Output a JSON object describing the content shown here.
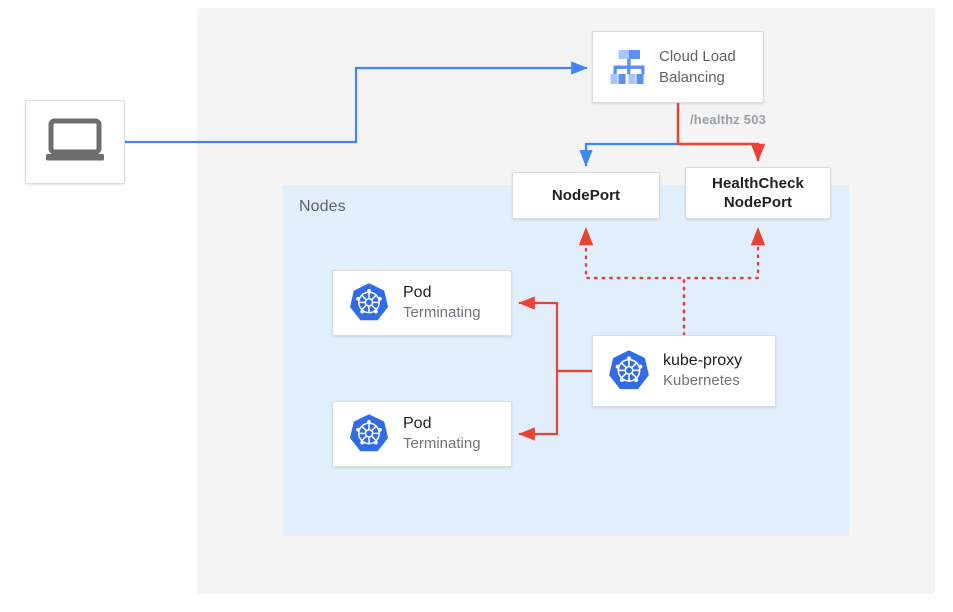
{
  "diagram": {
    "title": "Kubernetes external traffic policy health check diagram",
    "background_color": "#f4f4f4",
    "page_color": "#ffffff"
  },
  "region": {
    "label": "Nodes",
    "fill_color": "#e1effd"
  },
  "nodes": {
    "client": {
      "icon": "laptop-icon",
      "icon_color": "#6e6e6e"
    },
    "cloud_load_balancing": {
      "icon": "cloud-load-balancing-icon",
      "icon_color": "#669df6",
      "title_line1": "Cloud Load",
      "title_line2": "Balancing",
      "text_color": "#5f6368"
    },
    "nodeport": {
      "label": "NodePort",
      "text_color": "#202124"
    },
    "healthcheck_nodeport": {
      "label_line1": "HealthCheck",
      "label_line2": "NodePort",
      "text_color": "#202124"
    },
    "pod1": {
      "icon": "kubernetes-icon",
      "title": "Pod",
      "subtitle": "Terminating"
    },
    "pod2": {
      "icon": "kubernetes-icon",
      "title": "Pod",
      "subtitle": "Terminating"
    },
    "kube_proxy": {
      "icon": "kubernetes-icon",
      "title": "kube-proxy",
      "subtitle": "Kubernetes"
    }
  },
  "edges": {
    "healthz_label": "/healthz 503",
    "healthz_label_color": "#9aa0a6",
    "traffic_color": "#4285f4",
    "health_color": "#ea4335",
    "client_to_lb": "solid-blue-arrow",
    "lb_to_nodeport": "solid-blue-arrow",
    "lb_to_healthcheck_nodeport": "solid-red-arrow",
    "kubeproxy_to_nodeport": "dotted-red-arrow",
    "kubeproxy_to_healthcheck_nodeport": "dotted-red-arrow",
    "kubeproxy_to_pod1": "solid-red-arrow",
    "kubeproxy_to_pod2": "solid-red-arrow"
  },
  "colors": {
    "kubernetes_blue": "#326ce5",
    "google_blue": "#4285f4",
    "google_red": "#ea4335",
    "light_blue_region": "#e1effd",
    "canvas_gray": "#f4f4f4",
    "card_border": "#dadce0"
  }
}
